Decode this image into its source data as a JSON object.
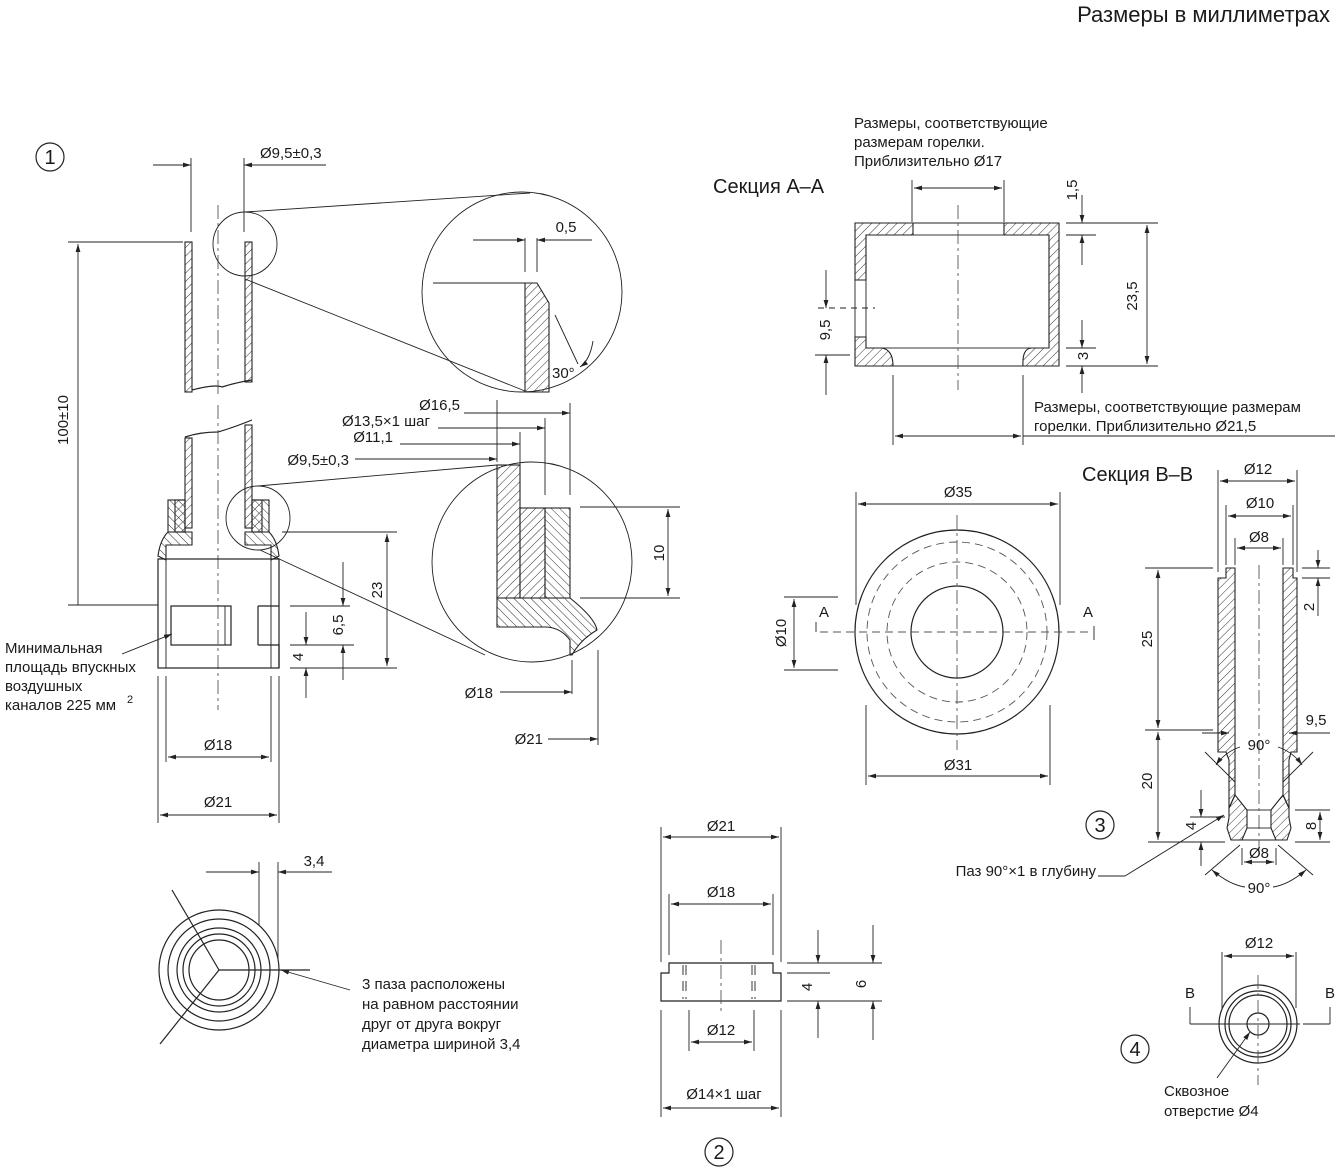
{
  "header": {
    "units_note": "Размеры в миллиметрах"
  },
  "parts": {
    "p1": {
      "number": "1",
      "tube_dia": "Ø9,5±0,3",
      "length": "100±10",
      "detail_top": {
        "chamfer": "0,5",
        "angle": "30°"
      },
      "detail_bottom": {
        "d16": "Ø16,5",
        "thread": "Ø13,5×1 шаг",
        "d11": "Ø11,1",
        "d95": "Ø9,5±0,3",
        "h10": "10",
        "d18": "Ø18",
        "d21": "Ø21"
      },
      "h23": "23",
      "h65": "6,5",
      "h4": "4",
      "d18": "Ø18",
      "d21": "Ø21",
      "note_area": [
        "Минимальная",
        "площадь впускных",
        "воздушных",
        "каналов 225 мм"
      ],
      "note_area_sup": "2",
      "end_view": {
        "slot_width": "3,4",
        "note": [
          "3 паза расположены",
          "на равном расстоянии",
          "друг от друга вокруг",
          "диаметра шириной 3,4"
        ]
      }
    },
    "p2": {
      "number": "2",
      "d21": "Ø21",
      "d18": "Ø18",
      "d12": "Ø12",
      "thread": "Ø14×1 шаг",
      "h4": "4",
      "h6": "6"
    },
    "section_aa": {
      "title": "Секция A–A",
      "note_top": [
        "Размеры, соответствующие",
        "размерам горелки.",
        "Приблизительно Ø17"
      ],
      "note_bottom": [
        "Размеры, соответствующие размерам",
        "горелки. Приблизительно Ø21,5"
      ],
      "h15": "1,5",
      "h235": "23,5",
      "h3": "3",
      "h95": "9,5"
    },
    "plan_view": {
      "d35": "Ø35",
      "d31": "Ø31",
      "d10": "Ø10",
      "cut_label_left": "A",
      "cut_label_right": "A"
    },
    "section_bb": {
      "title": "Секция B–B",
      "d12": "Ø12",
      "d10": "Ø10",
      "d8_top": "Ø8",
      "h2": "2",
      "h25": "25",
      "h20": "20",
      "w95": "9,5",
      "angle_top": "90°",
      "h4": "4",
      "h8": "8",
      "d8_bottom": "Ø8",
      "angle_bottom": "90°",
      "groove_note": "Паз 90°×1 в глубину",
      "number": "3"
    },
    "p4": {
      "number": "4",
      "d12": "Ø12",
      "cut_label_left": "B",
      "cut_label_right": "B",
      "hole_note": [
        "Сквозное",
        "отверстие Ø4"
      ]
    }
  }
}
